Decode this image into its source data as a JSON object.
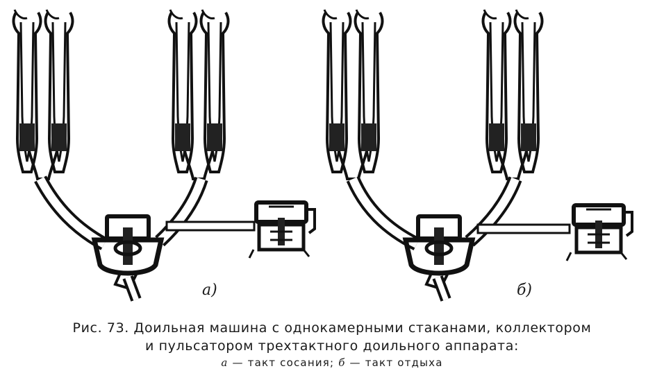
{
  "figure": {
    "panels": [
      {
        "id": "a",
        "label": "а)",
        "phase": "sucking"
      },
      {
        "id": "b",
        "label": "б)",
        "phase": "rest"
      }
    ]
  },
  "caption": {
    "line1": "Рис. 73. Доильная машина с однокамерными стаканами, коллектором",
    "line2": "и пульсатором трехтактного доильного аппарата:",
    "legend": {
      "a_key": "а",
      "a_text": " — такт сосания; ",
      "b_key": "б",
      "b_text": " — такт отдыха"
    }
  }
}
